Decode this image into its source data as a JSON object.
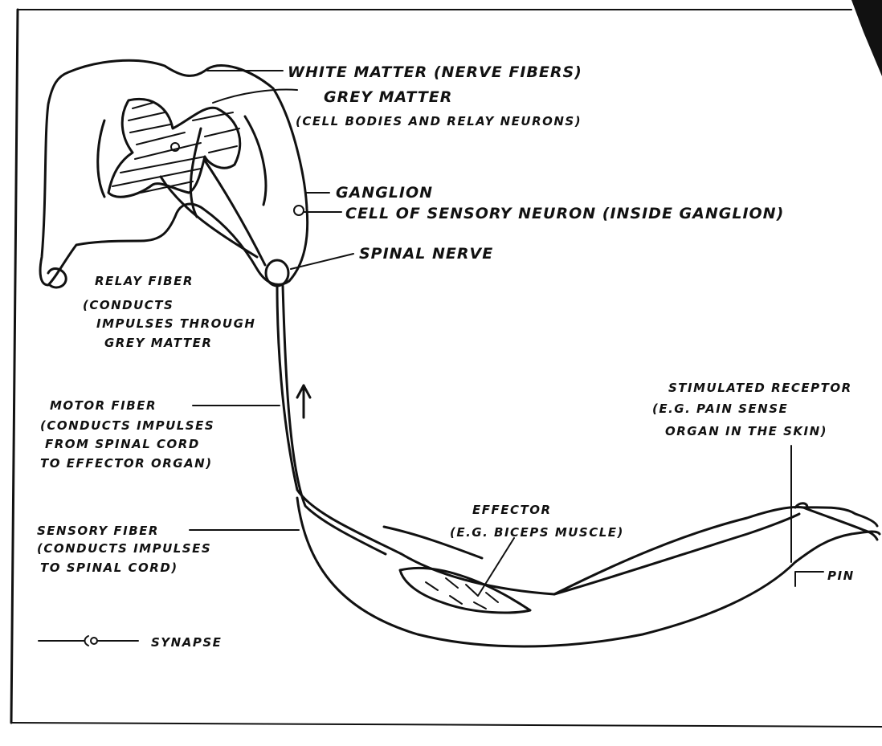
{
  "labels": {
    "white_matter": "WHITE MATTER (NERVE FIBERS)",
    "grey_matter": "GREY MATTER",
    "grey_matter_detail": "(CELL BODIES AND RELAY NEURONS)",
    "ganglion": "GANGLION",
    "cell_sensory": "CELL OF SENSORY NEURON (INSIDE GANGLION)",
    "spinal_nerve": "SPINAL NERVE",
    "relay_fiber": "RELAY FIBER",
    "relay_detail_1": "(CONDUCTS",
    "relay_detail_2": "IMPULSES THROUGH",
    "relay_detail_3": "GREY MATTER",
    "motor_fiber": "MOTOR FIBER",
    "motor_detail_1": "(CONDUCTS IMPULSES",
    "motor_detail_2": "FROM SPINAL CORD",
    "motor_detail_3": "TO EFFECTOR ORGAN)",
    "sensory_fiber": "SENSORY FIBER",
    "sensory_detail_1": "(CONDUCTS IMPULSES",
    "sensory_detail_2": "TO SPINAL CORD)",
    "effector": "EFFECTOR",
    "effector_detail": "(E.G. BICEPS MUSCLE)",
    "receptor": "STIMULATED RECEPTOR",
    "receptor_detail_1": "(E.G. PAIN SENSE",
    "receptor_detail_2": "ORGAN IN THE SKIN)",
    "pin": "PIN",
    "synapse_legend": "SYNAPSE"
  }
}
